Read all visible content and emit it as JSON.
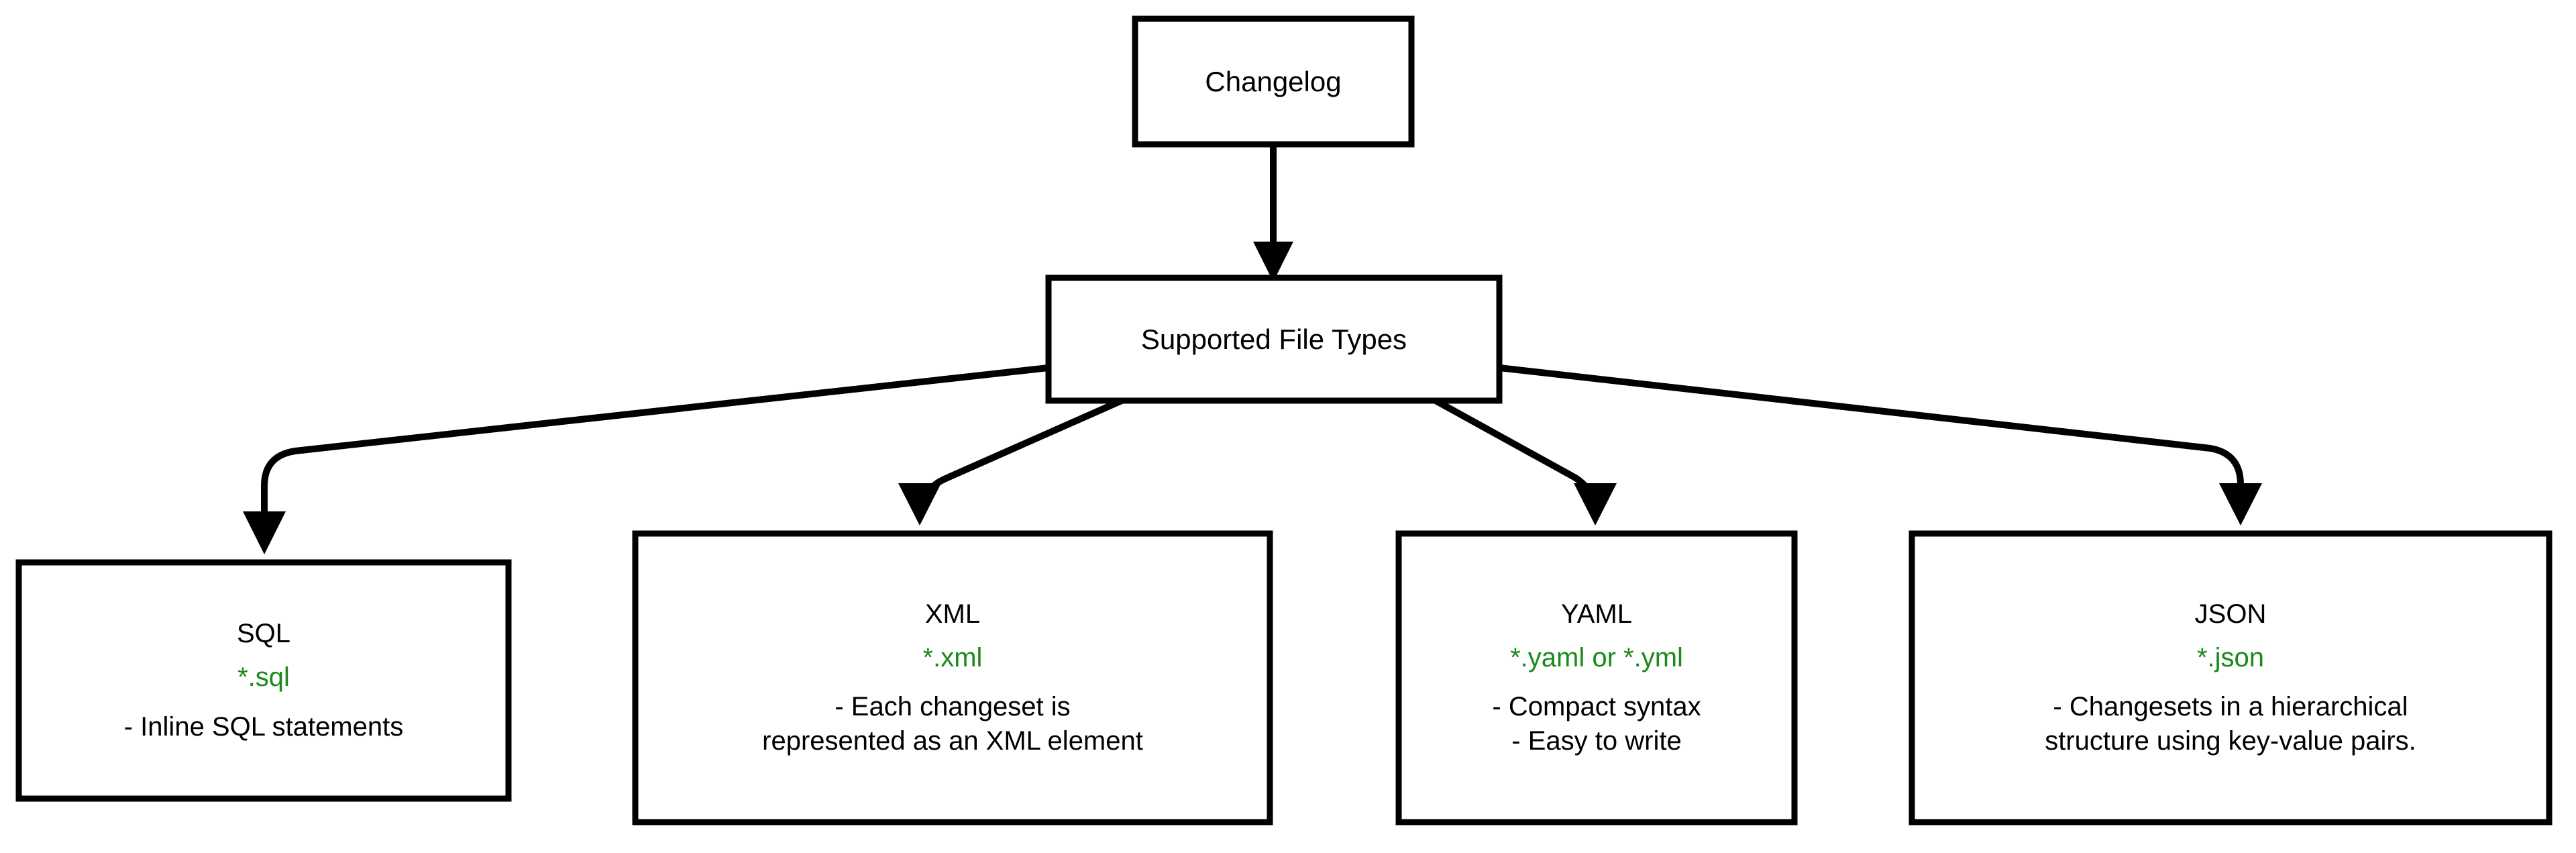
{
  "diagram": {
    "type": "flowchart",
    "orientation": "top-down",
    "background_color": "#ffffff",
    "node_border_color": "#000000",
    "node_fill_color": "#ffffff",
    "edge_color": "#000000",
    "extension_text_color": "#1a8a1a",
    "text_color": "#000000",
    "root": {
      "id": "changelog",
      "label": "Changelog"
    },
    "intermediate": {
      "id": "supported-file-types",
      "label": "Supported File Types"
    },
    "leaves": [
      {
        "id": "sql",
        "title": "SQL",
        "extension": "*.sql",
        "details": [
          "- Inline SQL statements"
        ]
      },
      {
        "id": "xml",
        "title": "XML",
        "extension": "*.xml",
        "details": [
          "- Each changeset is",
          "represented as an XML element"
        ]
      },
      {
        "id": "yaml",
        "title": "YAML",
        "extension": "*.yaml or *.yml",
        "details": [
          "- Compact syntax",
          "- Easy to write"
        ]
      },
      {
        "id": "json",
        "title": "JSON",
        "extension": "*.json",
        "details": [
          "- Changesets in a hierarchical",
          "structure using key-value pairs."
        ]
      }
    ],
    "edges": [
      {
        "from": "changelog",
        "to": "supported-file-types"
      },
      {
        "from": "supported-file-types",
        "to": "sql"
      },
      {
        "from": "supported-file-types",
        "to": "xml"
      },
      {
        "from": "supported-file-types",
        "to": "yaml"
      },
      {
        "from": "supported-file-types",
        "to": "json"
      }
    ]
  }
}
